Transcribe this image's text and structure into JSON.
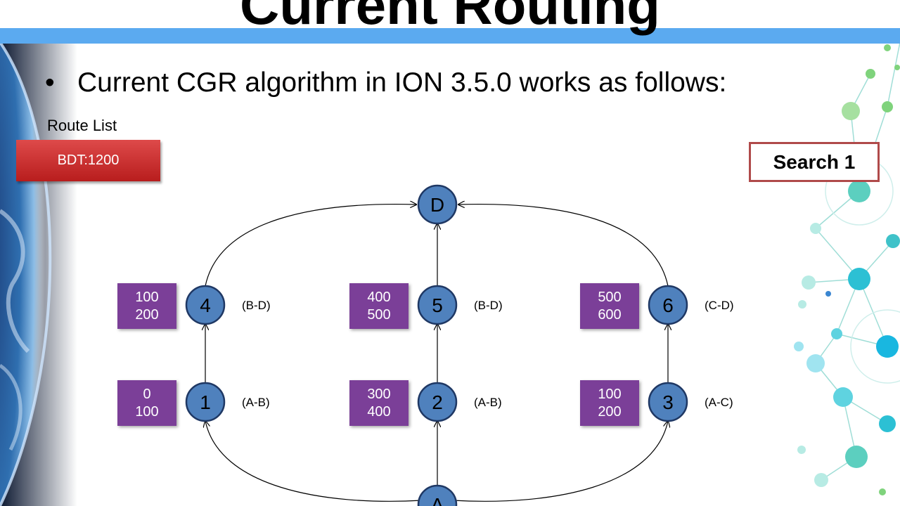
{
  "slide": {
    "title": "Current Routing",
    "bullet_marker": "•",
    "bullet_text": "Current CGR algorithm in ION 3.5.0 works as follows:",
    "route_list_label": "Route List",
    "route_list_item": "BDT:1200",
    "search_label": "Search 1"
  },
  "diagram": {
    "nodes": [
      {
        "id": "D",
        "label": "D"
      },
      {
        "id": "4",
        "label": "4",
        "contact": "(B-D)",
        "window": [
          "100",
          "200"
        ]
      },
      {
        "id": "5",
        "label": "5",
        "contact": "(B-D)",
        "window": [
          "400",
          "500"
        ]
      },
      {
        "id": "6",
        "label": "6",
        "contact": "(C-D)",
        "window": [
          "500",
          "600"
        ]
      },
      {
        "id": "1",
        "label": "1",
        "contact": "(A-B)",
        "window": [
          "0",
          "100"
        ]
      },
      {
        "id": "2",
        "label": "2",
        "contact": "(A-B)",
        "window": [
          "300",
          "400"
        ]
      },
      {
        "id": "3",
        "label": "3",
        "contact": "(A-C)",
        "window": [
          "100",
          "200"
        ]
      },
      {
        "id": "A",
        "label": "A"
      }
    ],
    "edges": [
      [
        "A",
        "1"
      ],
      [
        "A",
        "2"
      ],
      [
        "A",
        "3"
      ],
      [
        "1",
        "4"
      ],
      [
        "2",
        "5"
      ],
      [
        "3",
        "6"
      ],
      [
        "4",
        "D"
      ],
      [
        "5",
        "D"
      ],
      [
        "6",
        "D"
      ]
    ]
  },
  "colors": {
    "node_fill": "#4f81bd",
    "node_stroke": "#1f3864",
    "window_fill": "#7b3f98",
    "banner": "#5baaf0",
    "route_red": "#c62828",
    "search_border": "#b04a4a"
  }
}
